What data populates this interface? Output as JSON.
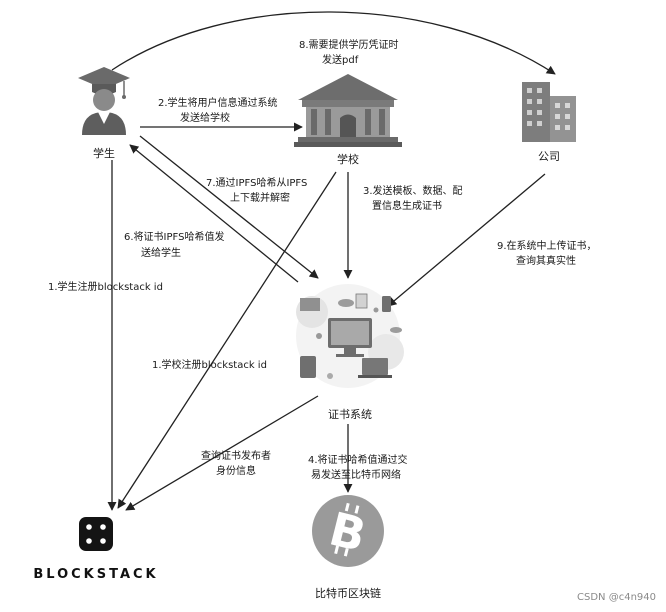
{
  "nodes": {
    "student": "学生",
    "school": "学校",
    "company": "公司",
    "cert_system": "证书系统",
    "blockstack": "BLOCKSTACK",
    "bitcoin": "比特币区块链"
  },
  "edges": {
    "e1_student_register": "1.学生注册blockstack id",
    "e1_school_register": "1.学校注册blockstack id",
    "e2_line1": "2.学生将用户信息通过系统",
    "e2_line2": "发送给学校",
    "e3_line1": "3.发送模板、数据、配",
    "e3_line2": "置信息生成证书",
    "e4_line1": "4.将证书哈希值通过交",
    "e4_line2": "易发送至比特币网络",
    "e6_line1": "6.将证书IPFS哈希值发",
    "e6_line2": "送给学生",
    "e7_line1": "7.通过IPFS哈希从IPFS",
    "e7_line2": "上下载并解密",
    "e8_line1": "8.需要提供学历凭证时",
    "e8_line2": "发送pdf",
    "e9_line1": "9.在系统中上传证书，",
    "e9_line2": "查询其真实性",
    "query_line1": "查询证书发布者",
    "query_line2": "身份信息"
  },
  "watermark": "CSDN @c4n940",
  "colors": {
    "ink": "#222222",
    "bitcoin": "#9a9a9a",
    "building": "#7d7d7d"
  },
  "icons": [
    "graduate-icon",
    "school-building-icon",
    "company-building-icon",
    "cert-system-icon",
    "blockstack-logo-icon",
    "bitcoin-icon"
  ]
}
